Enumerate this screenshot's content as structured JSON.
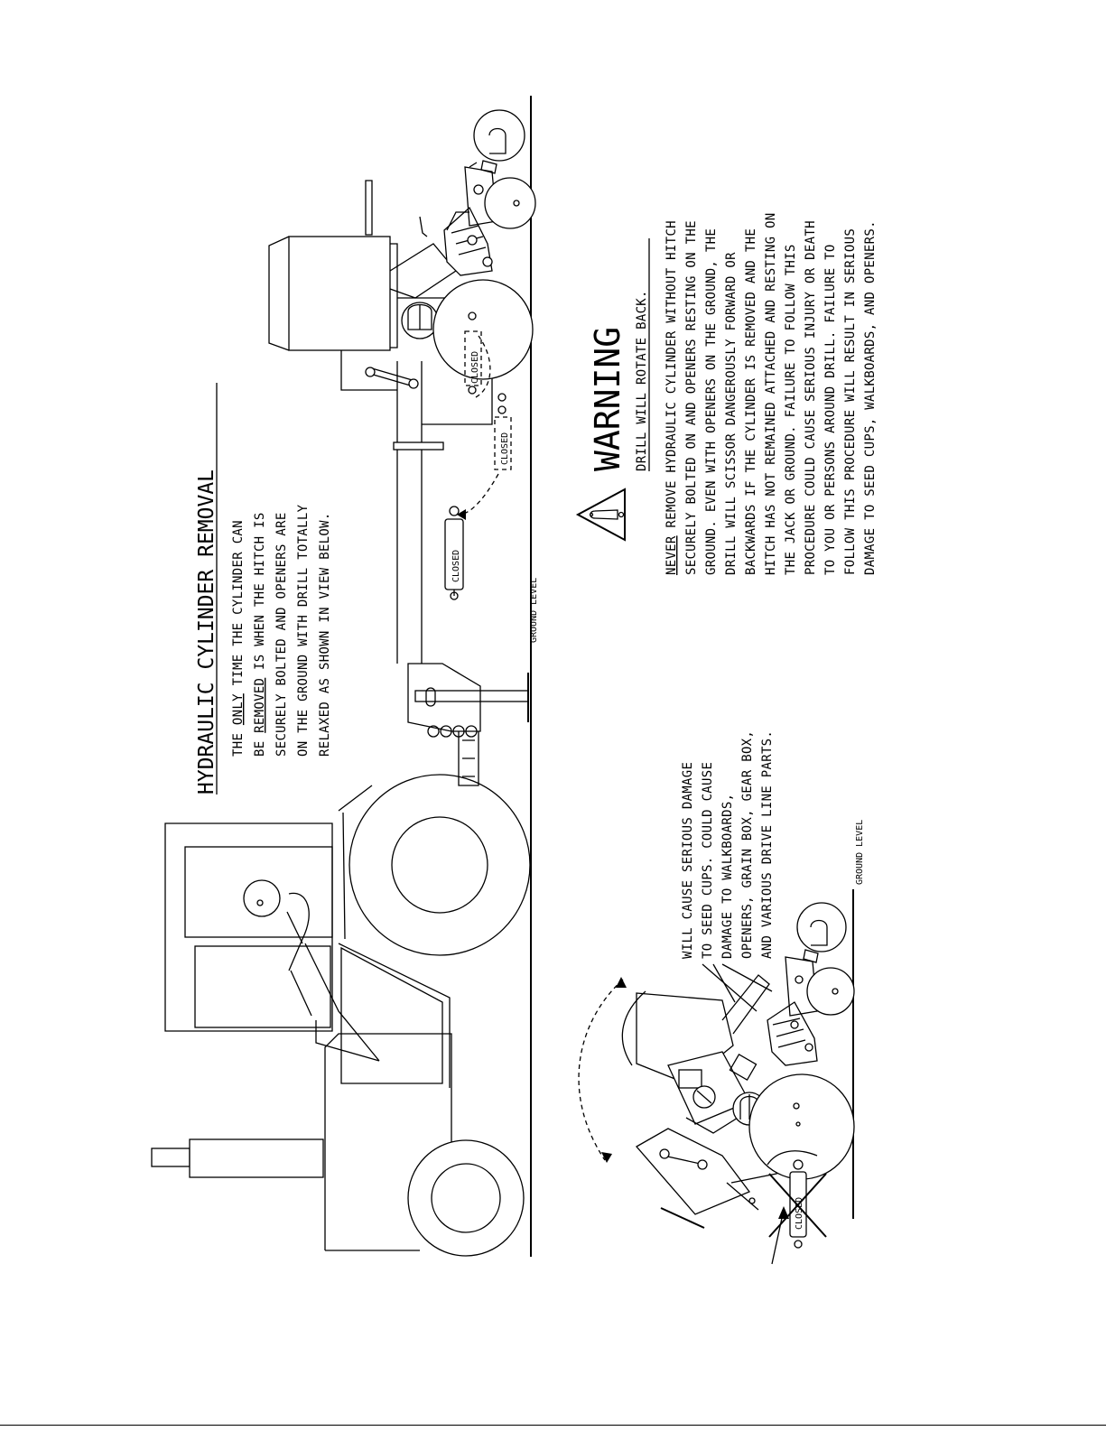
{
  "diagram": {
    "title": "HYDRAULIC CYLINDER REMOVAL",
    "instructions": {
      "prefix": "THE ",
      "only": "ONLY",
      "rest_line1": " TIME THE CYLINDER CAN",
      "line2_prefix": "BE ",
      "line2_removed": "REMOVED",
      "line2_rest": " IS WHEN THE HITCH IS",
      "line3": "SECURELY BOLTED AND OPENERS ARE",
      "line4": "ON THE GROUND WITH DRILL TOTALLY",
      "line5": "RELAXED AS SHOWN IN VIEW BELOW."
    },
    "ground_level_label": "GROUND LEVEL",
    "closed_label": "CLOSED",
    "warning": {
      "heading": "WARNING",
      "subheading": "DRILL WILL ROTATE BACK.",
      "never": "NEVER",
      "lines": [
        " REMOVE HYDRAULIC CYLINDER WITHOUT HITCH",
        "SECURELY BOLTED ON AND OPENERS RESTING ON THE",
        "GROUND.  EVEN WITH OPENERS ON THE GROUND, THE",
        "DRILL WILL SCISSOR DANGEROUSLY FORWARD OR",
        "BACKWARDS IF THE CYLINDER IS REMOVED AND THE",
        "HITCH HAS NOT REMAINED ATTACHED AND RESTING ON",
        "THE JACK OR GROUND.  FAILURE TO FOLLOW THIS",
        "PROCEDURE COULD CAUSE SERIOUS INJURY OR DEATH",
        "TO YOU OR PERSONS AROUND DRILL.  FAILURE TO",
        "FOLLOW THIS PROCEDURE WILL RESULT IN SERIOUS",
        "DAMAGE TO SEED CUPS, WALKBOARDS, AND OPENERS."
      ]
    },
    "damage_note": [
      "WILL CAUSE SERIOUS DAMAGE",
      "TO SEED CUPS.  COULD CAUSE",
      "DAMAGE TO WALKBOARDS,",
      "OPENERS, GRAIN BOX, GEAR BOX,",
      "AND VARIOUS DRIVE LINE PARTS."
    ]
  }
}
